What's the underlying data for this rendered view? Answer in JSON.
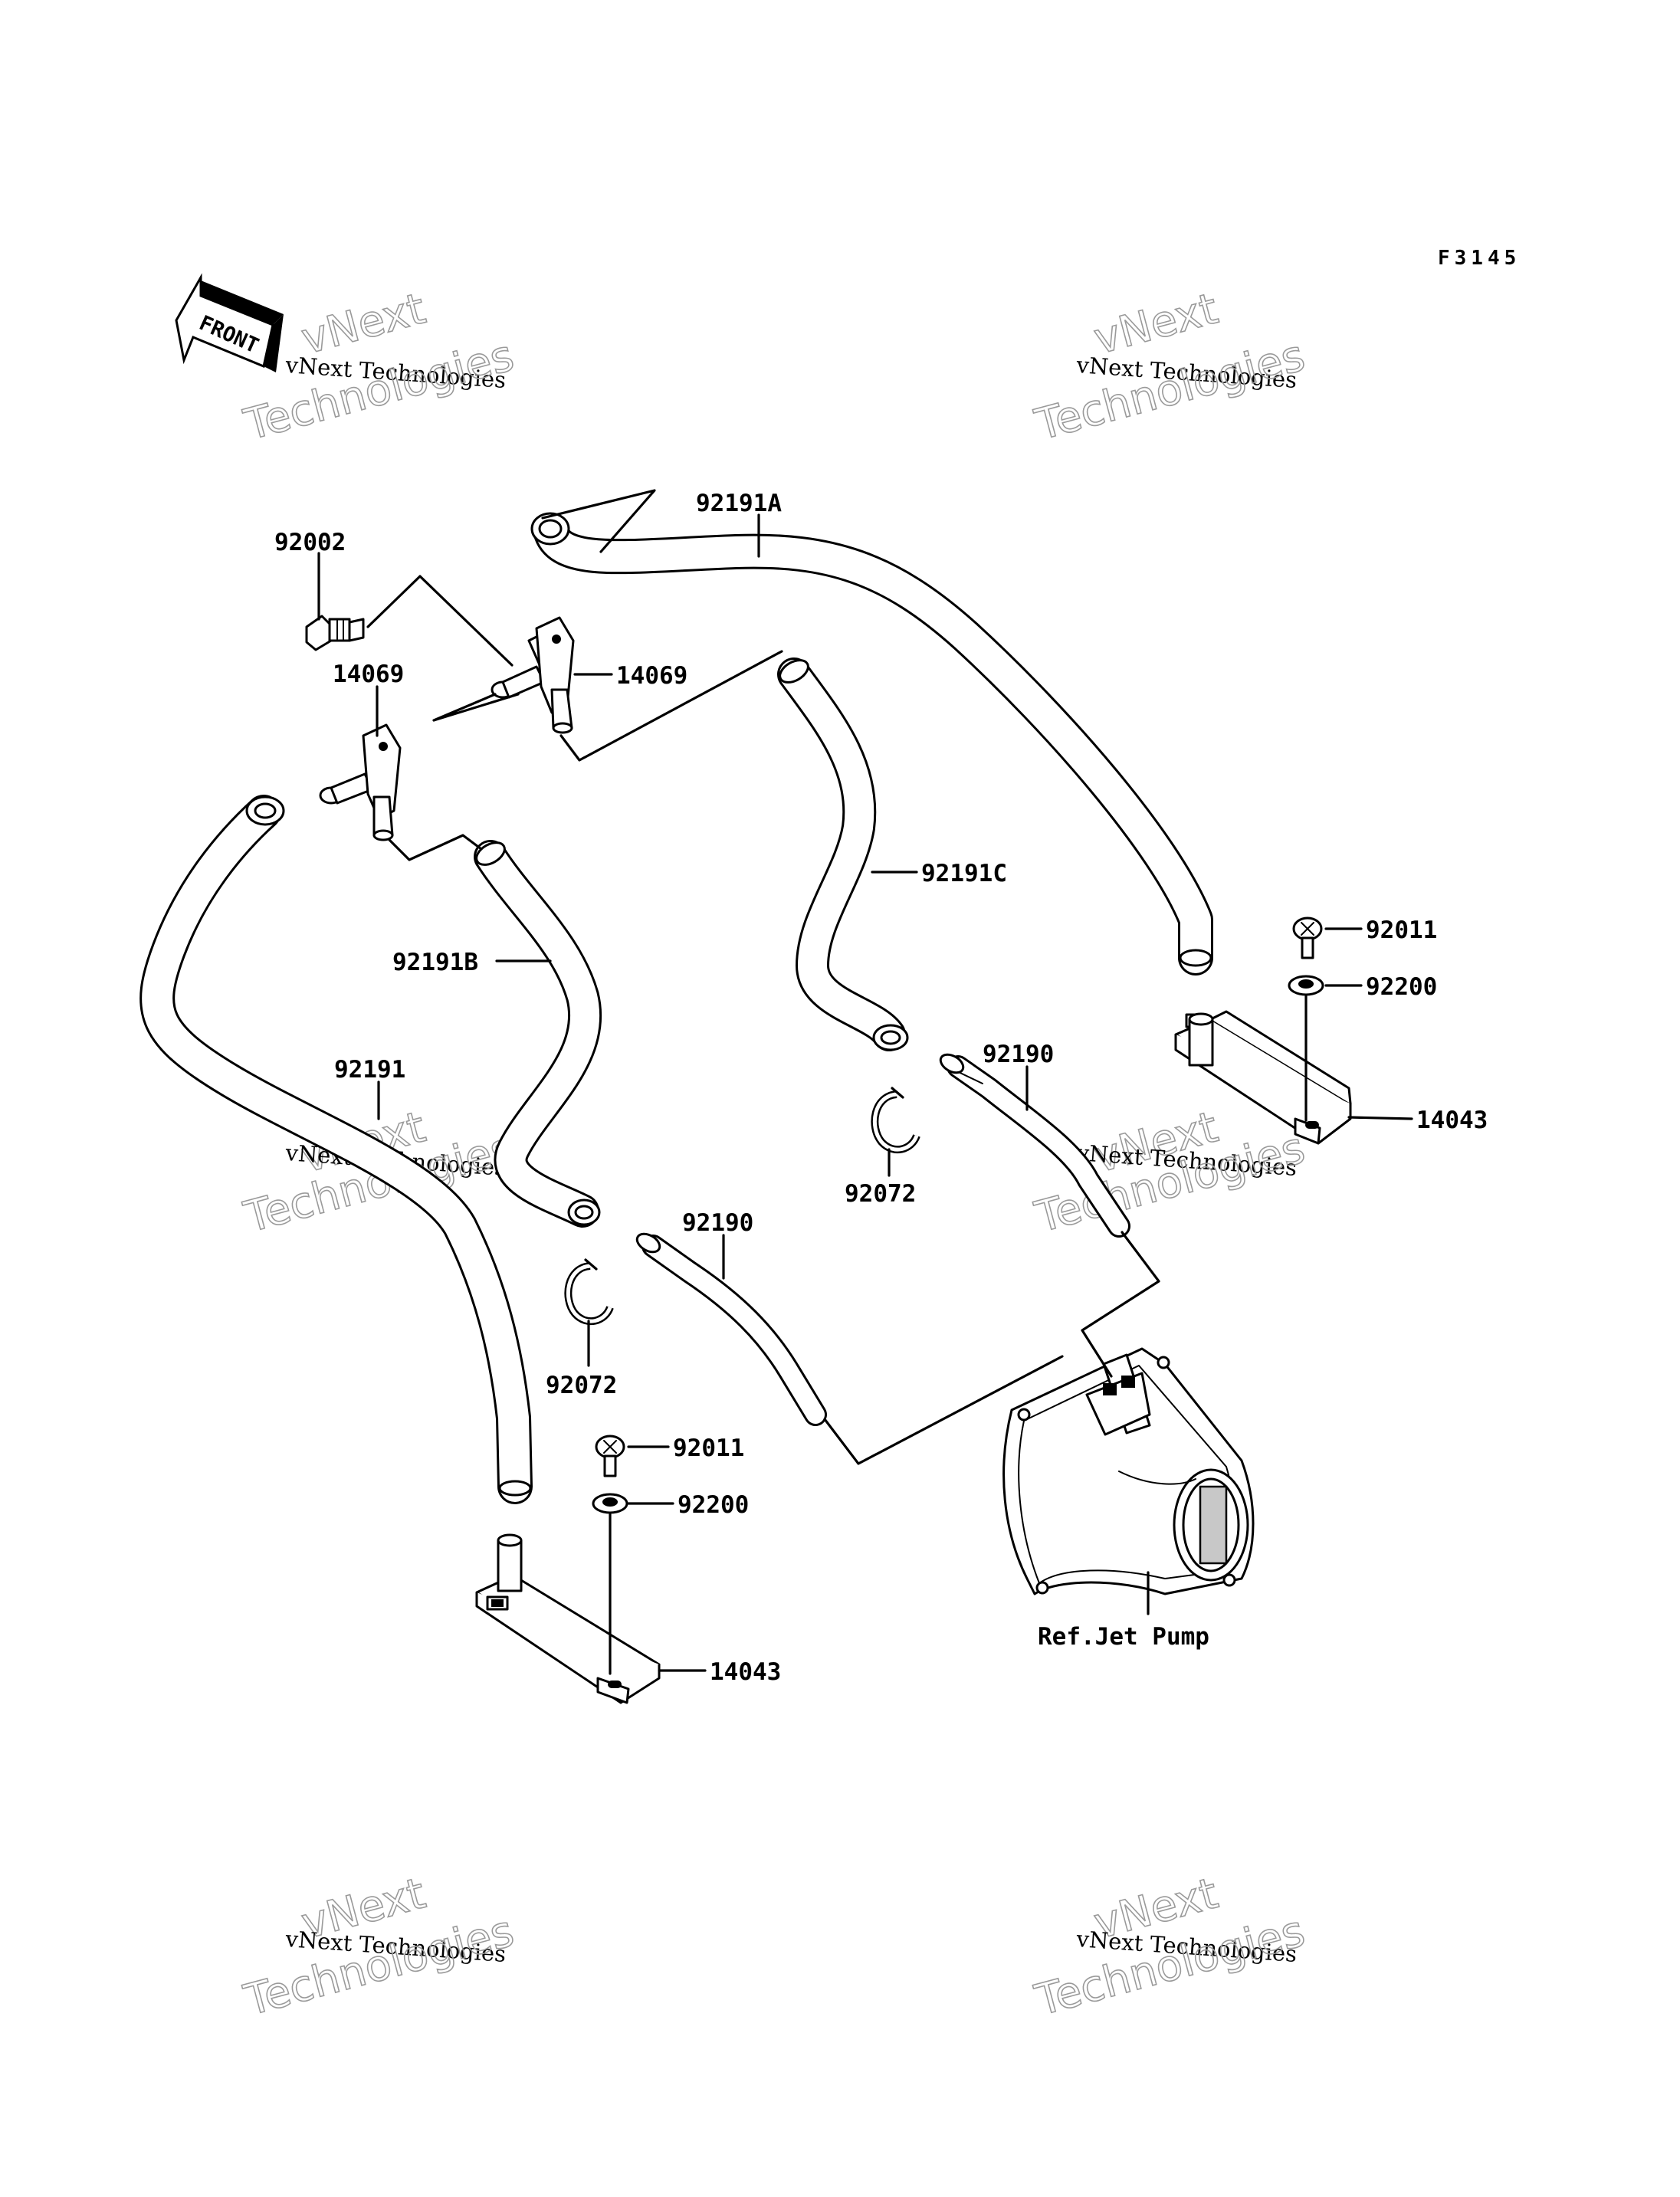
{
  "figure_code": "F3145",
  "front_label": "FRONT",
  "watermark": {
    "line1": "vNext",
    "line2": "vNext Technologies",
    "line3": "Technologies"
  },
  "parts": {
    "p92191A": "92191A",
    "p92002": "92002",
    "p14069_upper": "14069",
    "p14069_left": "14069",
    "p92191C": "92191C",
    "p92191B": "92191B",
    "p92191": "92191",
    "p92011_right": "92011",
    "p92200_right": "92200",
    "p92190_right": "92190",
    "p14043_right": "14043",
    "p92072_right": "92072",
    "p92190_left": "92190",
    "p92072_left": "92072",
    "p92011_left": "92011",
    "p92200_left": "92200",
    "p14043_left": "14043",
    "ref_jet_pump": "Ref.Jet Pump"
  }
}
